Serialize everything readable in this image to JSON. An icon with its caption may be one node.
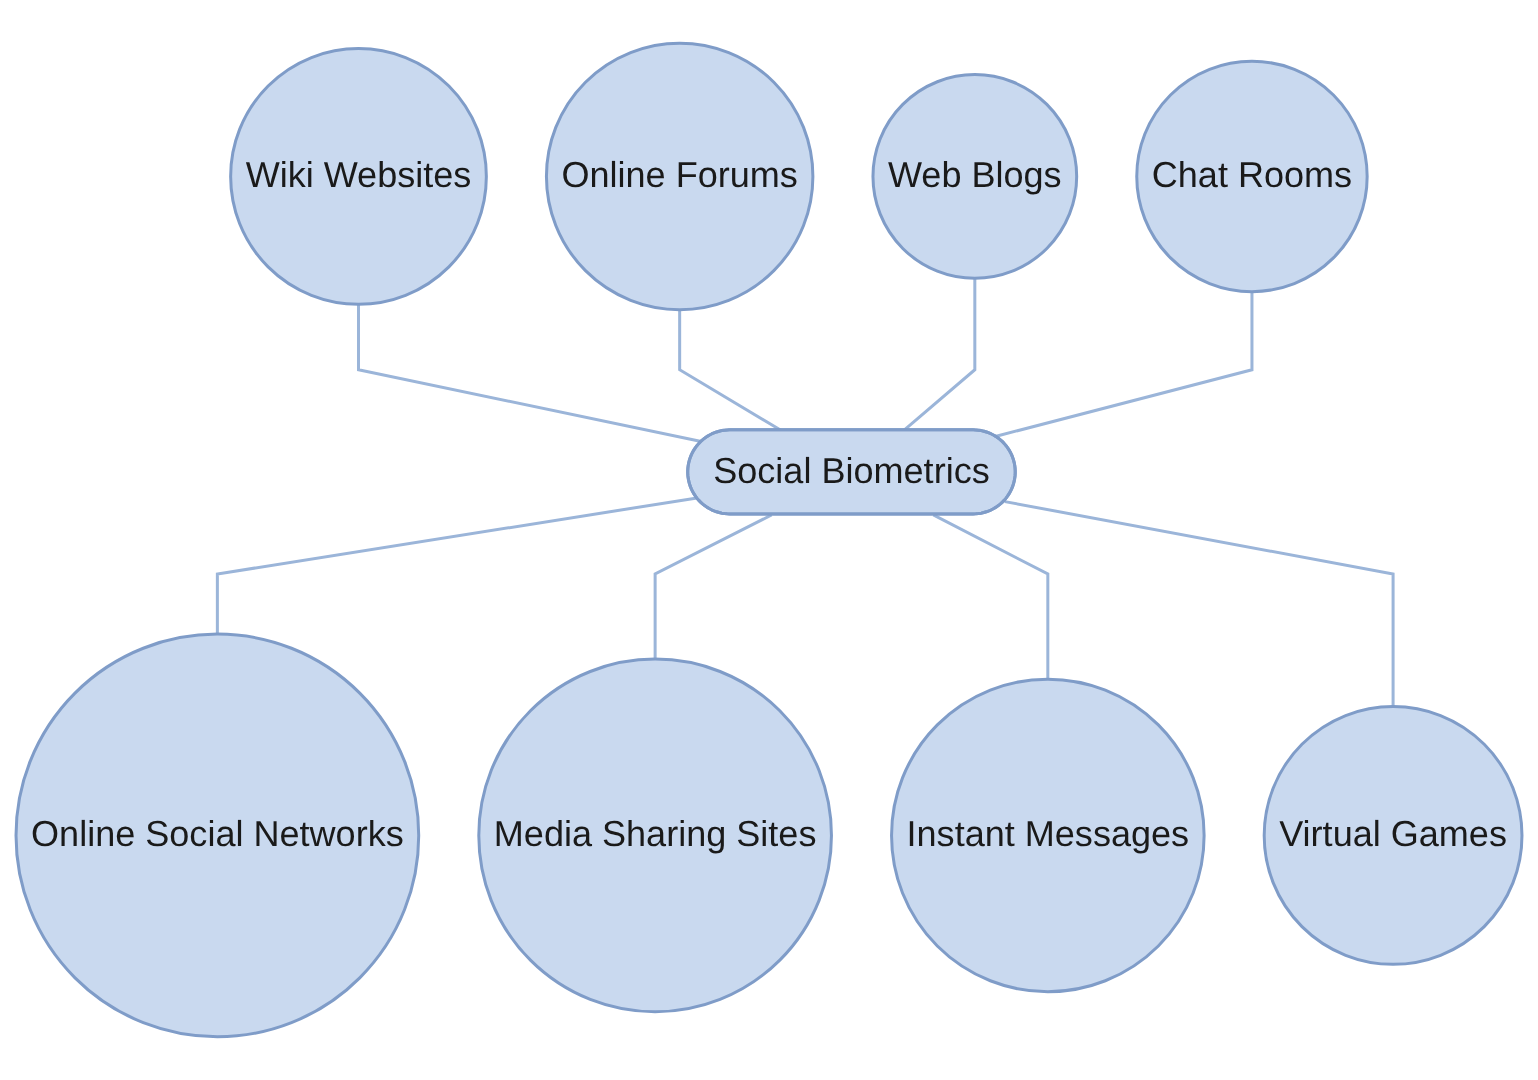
{
  "diagram": {
    "nodes": [
      {
        "text": [
          "Social Biometrics"
        ]
      },
      {
        "text": [
          "Web Blogs"
        ]
      },
      {
        "text": [
          "Online Forums"
        ]
      },
      {
        "text": [
          "Chat Rooms"
        ]
      },
      {
        "text": [
          "Wiki Websites"
        ]
      },
      {
        "text": [
          "Virtual Games"
        ]
      },
      {
        "text": [
          "Online Social Networks"
        ]
      },
      {
        "text": [
          "Instant Messages"
        ]
      },
      {
        "text": [
          "Media Sharing Sites"
        ]
      }
    ],
    "edges": [
      {
        "from": 4,
        "to": 0,
        "arrow": "none"
      },
      {
        "from": 2,
        "to": 0,
        "arrow": "none"
      },
      {
        "from": 1,
        "to": 0,
        "arrow": "none"
      },
      {
        "from": 3,
        "to": 0,
        "arrow": "none"
      },
      {
        "from": 0,
        "to": 6,
        "arrow": "none"
      },
      {
        "from": 0,
        "to": 8,
        "arrow": "none"
      },
      {
        "from": 0,
        "to": 7,
        "arrow": "none"
      },
      {
        "from": 0,
        "to": 5,
        "arrow": "none"
      }
    ]
  }
}
